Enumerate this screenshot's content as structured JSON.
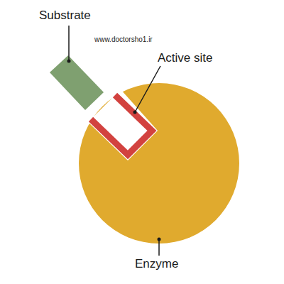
{
  "diagram": {
    "labels": [
      "Substrate",
      "www.doctorsho1.ir",
      "Active site",
      "Enzyme"
    ]
  }
}
